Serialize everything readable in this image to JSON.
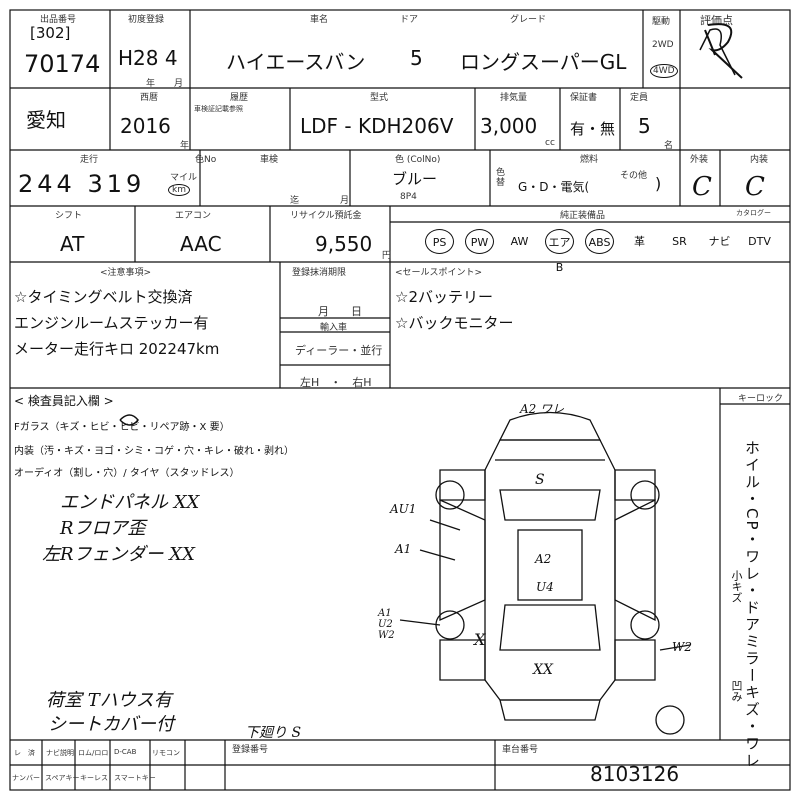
{
  "header": {
    "lot_label": "出品番号",
    "lot_site": "[302]",
    "lot_number": "70174",
    "first_reg_label": "初度登録",
    "first_reg_value": "H28 4",
    "year_unit": "年",
    "month_unit": "月",
    "name_label": "車名",
    "car_name": "ハイエースバン",
    "door_label": "ドア",
    "door_count": "5",
    "grade_label": "グレード",
    "grade": "ロングスーパーGL",
    "drive_label": "駆動",
    "drive_2wd": "2WD",
    "drive_4wd": "4WD",
    "score_label": "評価点",
    "score": "R"
  },
  "row2": {
    "region": "愛知",
    "year_label": "西暦",
    "year": "2016",
    "year_unit": "年",
    "history_label": "履歴",
    "history_sub": "車検証記載参照",
    "model_label": "型式",
    "model": "LDF - KDH206V",
    "displacement_label": "排気量",
    "displacement": "3,000",
    "displacement_unit": "cc",
    "warranty_label": "保証書",
    "warranty": "有・無",
    "seats_label": "定員",
    "seats": "5",
    "seats_unit": "名"
  },
  "row3": {
    "mileage_label": "走行",
    "mileage": "244 319",
    "mileage_unit": "マイル",
    "km_badge": "km",
    "color_code_label": "色No",
    "vehicle_check_label": "車検",
    "until_label": "迄",
    "month_unit": "月",
    "color_label": "色 (ColNo)",
    "color": "ブルー",
    "color_no": "8P4",
    "color_change_label": "色替",
    "fuel_label": "燃料",
    "fuel": "G・D・電気(",
    "fuel_other_label": "その他",
    "fuel_close": ")",
    "exterior_label": "外装",
    "exterior": "C",
    "interior_label": "内装",
    "interior": "C"
  },
  "row4": {
    "shift_label": "シフト",
    "shift": "AT",
    "ac_label": "エアコン",
    "ac": "AAC",
    "recycle_label": "リサイクル預託金",
    "recycle": "9,550",
    "yen": "円",
    "equipment_label": "純正装備品",
    "equipment": [
      {
        "label": "PS",
        "circled": true
      },
      {
        "label": "PW",
        "circled": true
      },
      {
        "label": "AW",
        "circled": false
      },
      {
        "label": "エアB",
        "circled": true
      },
      {
        "label": "ABS",
        "circled": true
      },
      {
        "label": "革",
        "circled": false
      },
      {
        "label": "SR",
        "circled": false
      },
      {
        "label": "ナビ",
        "circled": false
      },
      {
        "label": "DTV",
        "circled": false
      }
    ],
    "catalog_label": "カタログー"
  },
  "notes": {
    "notice_label": "<注意事項>",
    "notice_lines": [
      "☆タイミングベルト交換済",
      "エンジンルームステッカー有",
      "メーター走行キロ 202247km"
    ],
    "reg_expiry_label": "登録抹消期限",
    "month_day": "月　　日",
    "import_label": "輸入車",
    "import_dealer": "ディーラー・並行",
    "handle": "左H　・　右H",
    "sales_label": "<セールスポイント>",
    "sales_lines": [
      "☆2バッテリー",
      "☆バックモニター"
    ]
  },
  "inspection": {
    "label": "< 検査員記入欄 >",
    "line1": "Fガラス（キズ・ヒビ・ヒビ・リペア跡・X 要）",
    "line2": "内装（汚・キズ・ヨゴ・シミ・コゲ・穴・キレ・破れ・剥れ）",
    "line3": "オーディオ（割し・穴）/ タイヤ（スタッドレス）",
    "handwritten": [
      "エンドパネル XX",
      "Rフロア歪",
      "左Rフェンダー XX"
    ],
    "bottom_notes": [
      "荷室 Tハウス有",
      "シートカバー付"
    ],
    "signature": "下廻り S"
  },
  "diagram_marks": [
    "A2 ワレ",
    "S",
    "AU1",
    "A1",
    "A2",
    "U4",
    "A1 U2 W2",
    "X",
    "W2",
    "XX"
  ],
  "right_panel": {
    "key_label": "キーロック",
    "vertical_text": "ホイル・CP・ワレ・ドアミラーキズ・ワレ",
    "sub": "小キズ",
    "sub2": "凹み"
  },
  "footer": {
    "items_top": [
      "レ　済",
      "ナビ説明",
      "ロム/ロロ",
      "D-CAB",
      "リモコン"
    ],
    "items_bottom": [
      "ナンバー",
      "スペアキー",
      "キーレス",
      "スマートキー"
    ],
    "contract_label": "登録番号",
    "reg_label": "車台番号",
    "reg_number": "8103126"
  }
}
